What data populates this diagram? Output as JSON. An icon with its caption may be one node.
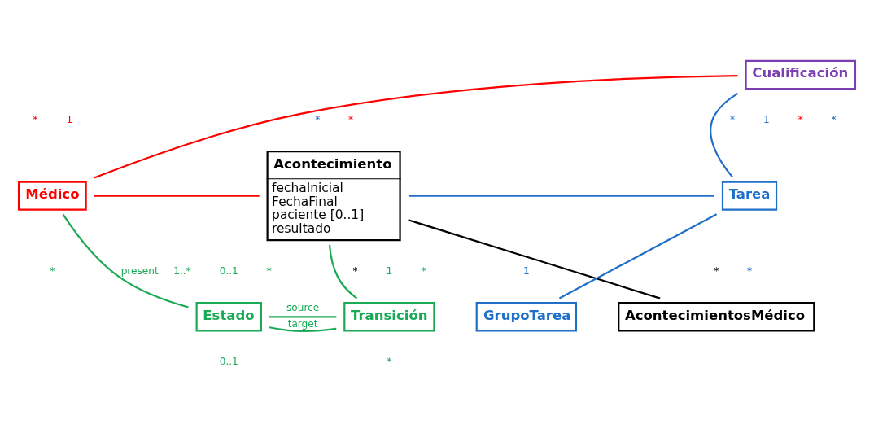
{
  "diagram": {
    "nodes": [
      {
        "text": [
          "Cualificación"
        ]
      },
      {
        "text": [
          "Médico"
        ]
      },
      {
        "text": [
          "Acontecimiento",
          "fechaInicial",
          "FechaFinal",
          "paciente [0..1]",
          "resultado"
        ]
      },
      {
        "text": [
          "Tarea"
        ]
      },
      {
        "text": [
          "Estado"
        ]
      },
      {
        "text": [
          "Transición"
        ]
      },
      {
        "text": [
          "AcontecimientosMédico"
        ]
      },
      {
        "text": [
          "GrupoTarea"
        ]
      }
    ],
    "edges": [
      {
        "from": 1,
        "to": 0,
        "arrow": "none",
        "color": "#ff0000"
      },
      {
        "from": 0,
        "to": 3,
        "arrow": "none",
        "color": "#1f6fc8"
      },
      {
        "from": 1,
        "to": 2,
        "arrow": "none",
        "color": "#ff0000"
      },
      {
        "from": 2,
        "to": 3,
        "arrow": "none",
        "color": "#1f6fc8"
      },
      {
        "from": 3,
        "to": 7,
        "arrow": "none",
        "color": "#1f6fc8"
      },
      {
        "from": 1,
        "to": 4,
        "arrow": "none",
        "color": "#1aaa55",
        "label": "present"
      },
      {
        "from": 4,
        "to": 5,
        "arrow": "none",
        "color": "#1aaa55",
        "label": "source"
      },
      {
        "from": 4,
        "to": 5,
        "arrow": "none",
        "color": "#1aaa55",
        "label": "target"
      },
      {
        "from": 2,
        "to": 5,
        "arrow": "none",
        "color": "#1aaa55"
      },
      {
        "from": 2,
        "to": 6,
        "arrow": "none",
        "color": "#000000"
      }
    ],
    "labels": [
      "*",
      "*",
      "*",
      "*",
      "1",
      "*",
      "*",
      "1",
      "*",
      "*",
      "*",
      "*",
      "1..*",
      "1",
      "*",
      "1",
      "0..1",
      "*",
      "0..1",
      "*"
    ]
  }
}
